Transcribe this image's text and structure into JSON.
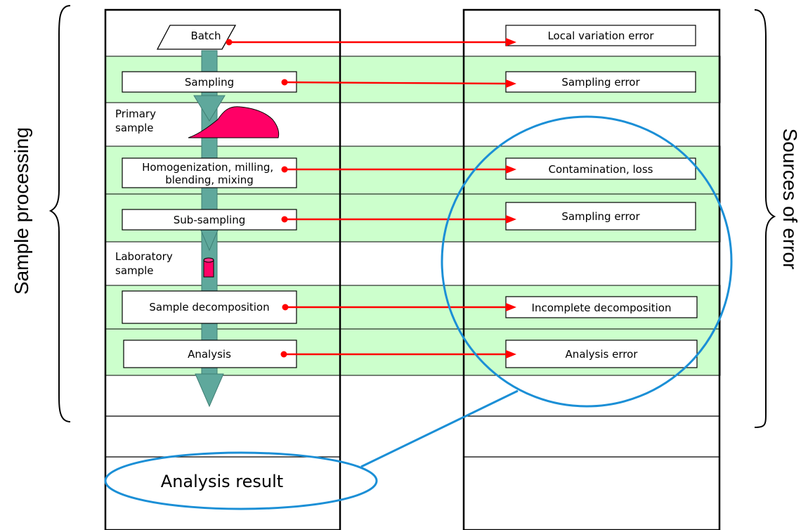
{
  "side_labels": {
    "left": "Sample processing",
    "right": "Sources of error"
  },
  "process": {
    "batch": "Batch",
    "sampling": "Sampling",
    "primary_sample": [
      "Primary",
      "sample"
    ],
    "homogenization": [
      "Homogenization, milling,",
      "blending, mixing"
    ],
    "sub_sampling": "Sub-sampling",
    "laboratory_sample": [
      "Laboratory",
      "sample"
    ],
    "decomposition": "Sample decomposition",
    "analysis": "Analysis",
    "result": "Analysis result"
  },
  "errors": {
    "local_variation": "Local variation error",
    "sampling": "Sampling error",
    "contamination": "Contamination, loss",
    "sub_sampling": "Sampling error",
    "decomposition": "Incomplete decomposition",
    "analysis": "Analysis error"
  },
  "colors": {
    "band": "#ccffcc",
    "flow_arrow": "#5fa89c",
    "connector": "#ff0000",
    "highlight": "#1b8fd6",
    "sample_fill": "#ff0066"
  }
}
